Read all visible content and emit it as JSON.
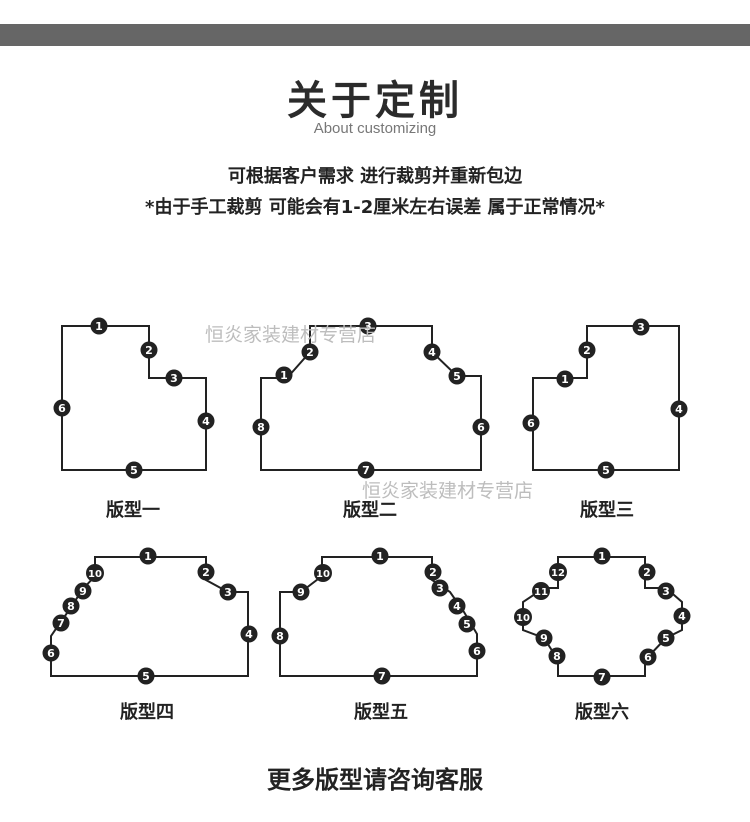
{
  "header": {
    "title": "关于定制",
    "subtitle": "About customizing"
  },
  "description": {
    "line1": "可根据客户需求 进行裁剪并重新包边",
    "line2": "*由于手工裁剪 可能会有1-2厘米左右误差 属于正常情况*"
  },
  "watermark": {
    "text1": "恒炎家装建材专营店",
    "text2": "恒炎家装建材专营店"
  },
  "shapes": [
    {
      "label": "版型一",
      "markers": [
        "1",
        "2",
        "3",
        "4",
        "5",
        "6"
      ]
    },
    {
      "label": "版型二",
      "markers": [
        "1",
        "2",
        "3",
        "4",
        "5",
        "6",
        "7",
        "8"
      ]
    },
    {
      "label": "版型三",
      "markers": [
        "1",
        "2",
        "3",
        "4",
        "5",
        "6"
      ]
    },
    {
      "label": "版型四",
      "markers": [
        "1",
        "2",
        "3",
        "4",
        "5",
        "6",
        "7",
        "8",
        "9",
        "10"
      ]
    },
    {
      "label": "版型五",
      "markers": [
        "1",
        "2",
        "3",
        "4",
        "5",
        "6",
        "7",
        "8",
        "9",
        "10"
      ]
    },
    {
      "label": "版型六",
      "markers": [
        "1",
        "2",
        "3",
        "4",
        "5",
        "6",
        "7",
        "8",
        "9",
        "10",
        "11",
        "12"
      ]
    }
  ],
  "footer": {
    "text": "更多版型请咨询客服"
  },
  "colors": {
    "top_bar": "#666666",
    "outline": "#222222",
    "marker_fill": "#222222",
    "marker_text": "#ffffff"
  }
}
